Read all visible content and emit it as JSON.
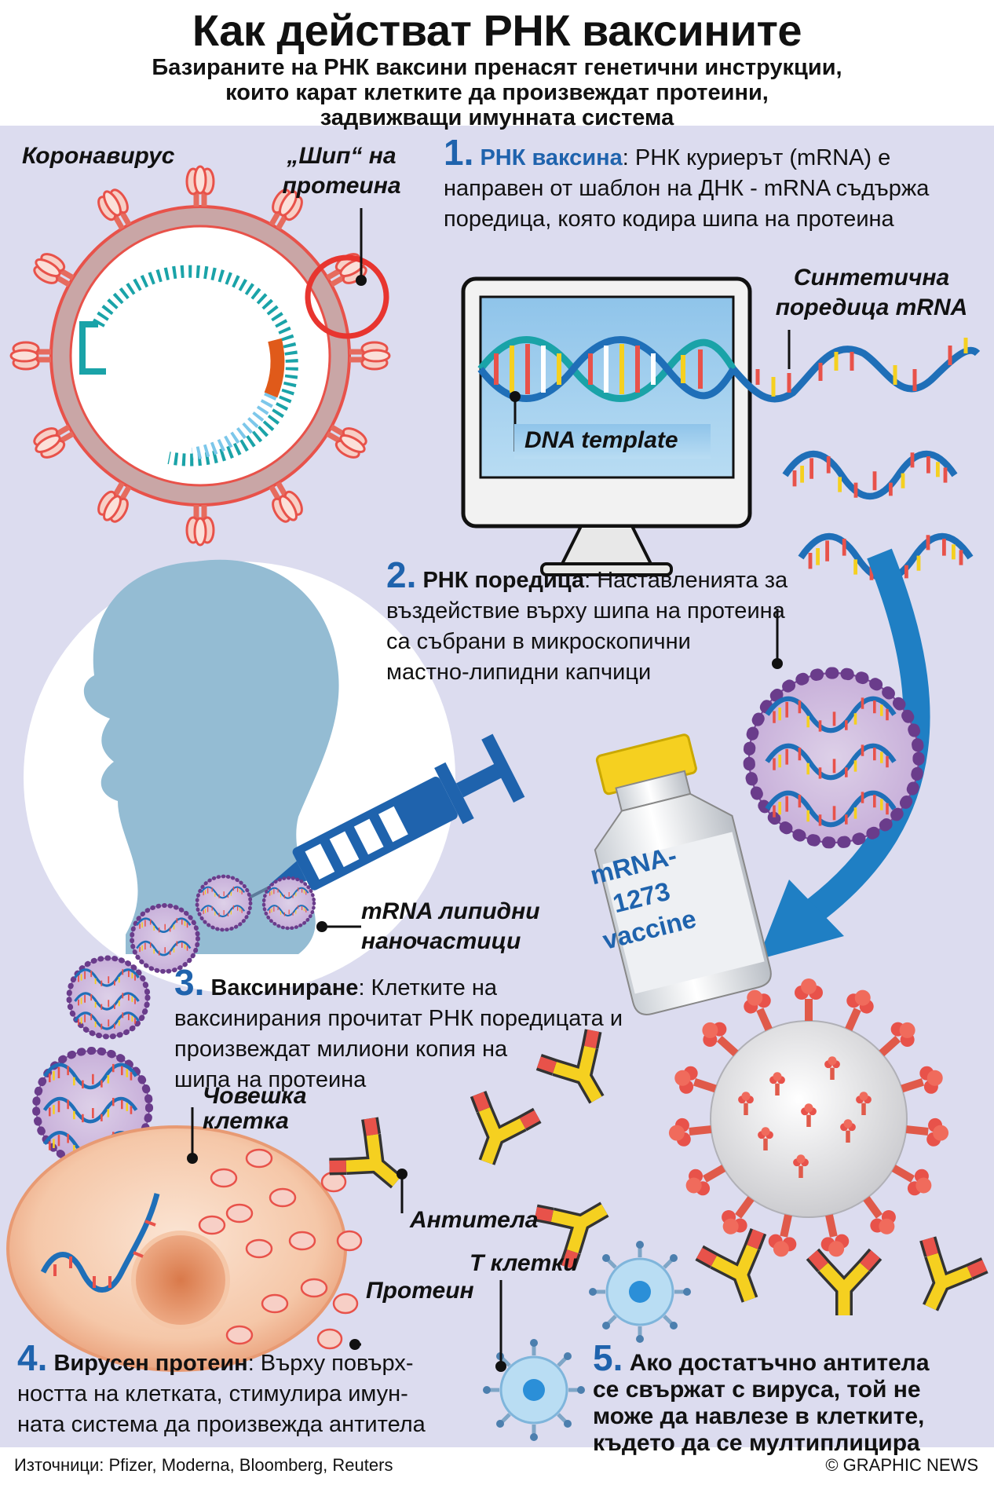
{
  "header": {
    "title": "Как действат РНК ваксините",
    "subtitle_lines": [
      "Базираните на РНК ваксини пренасят генетични инструкции,",
      "които карат клетките да произвеждат протеини,",
      "задвижващи имунната система"
    ]
  },
  "labels": {
    "coronavirus": "Коронавирус",
    "spike_lines": [
      "„Шип“ на",
      "протеина"
    ],
    "synthetic_lines": [
      "Синтетична",
      "поредица mRNA"
    ],
    "dna_template": "DNA template",
    "nanoparticles_lines": [
      "mRNA липидни",
      "наночастици"
    ],
    "human_cell_lines": [
      "Човешка",
      "клетка"
    ],
    "antibodies": "Антитела",
    "t_cells": "Т клетки",
    "protein": "Протеин",
    "vial_lines": [
      "mRNA-",
      "1273",
      "vaccine"
    ]
  },
  "steps": {
    "s1": {
      "number": "1.",
      "heading": "РНК ваксина",
      "line1_rest": ": РНК куриерът (mRNA) е",
      "line2": "направен от шаблон на ДНК - mRNA съдържа",
      "line3": "поредица, която кодира шипа на протеина"
    },
    "s2": {
      "number": "2.",
      "heading": "РНК поредица",
      "line1_rest": ": Наставленията за",
      "line2": "въздействие върху шипа на протеина",
      "line3": "са събрани в микроскопични",
      "line4": "мастно-липидни капчици"
    },
    "s3": {
      "number": "3.",
      "heading": "Ваксиниране",
      "line1_rest": ": Клетките на",
      "line2": "ваксинирания прочитат РНК поредицата и",
      "line3": "произвеждат милиони копия на",
      "line4": "шипа на протеина"
    },
    "s4": {
      "number": "4.",
      "heading": "Вирусен протеин",
      "line1_rest": ": Върху повърх-",
      "line2": "ността на клетката, стимулира имун-",
      "line3": "ната система да произвежда антитела"
    },
    "s5": {
      "number": "5.",
      "line1": "Ако достатъчно антитела",
      "line2": "се свържат с вируса, той не",
      "line3": "може да навлезе в клетките,",
      "line4": "където да се мултиплицира"
    }
  },
  "footer": {
    "sources": "Източници: Pfizer, Moderna, Bloomberg, Reuters",
    "credit": "© GRAPHIC NEWS"
  },
  "colors": {
    "panel": "#dcdcef",
    "accent_blue": "#1f63ad",
    "spike_red": "#e8524a",
    "antibody_yellow": "#f5d020",
    "lipid_purple": "#c9b3da",
    "cell_orange": "#f2b795"
  }
}
